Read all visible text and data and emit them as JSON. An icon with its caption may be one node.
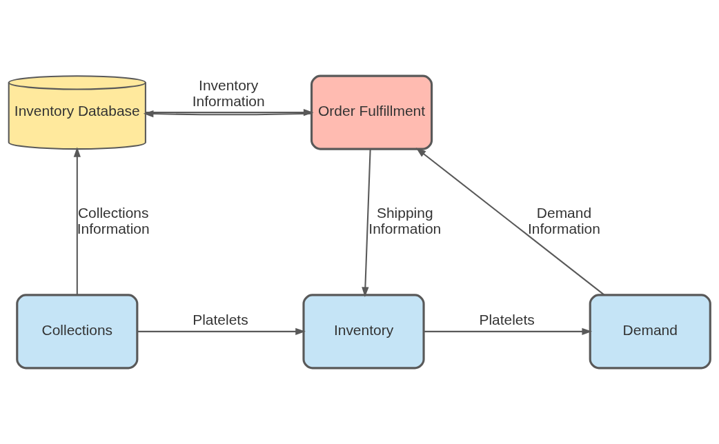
{
  "diagram": {
    "nodes": [
      {
        "text": [
          "Inventory Database"
        ]
      },
      {
        "text": [
          "Order Fulfillment"
        ]
      },
      {
        "text": [
          "Collections"
        ]
      },
      {
        "text": [
          "Inventory"
        ]
      },
      {
        "text": [
          "Demand"
        ]
      }
    ],
    "edges": [
      {
        "from": 2,
        "to": 0,
        "arrow": "to",
        "label": "Collections Information"
      },
      {
        "from": 0,
        "to": 1,
        "arrow": "to",
        "label": "Inventory Information"
      },
      {
        "from": 1,
        "to": 0,
        "arrow": "to"
      },
      {
        "from": 1,
        "to": 3,
        "arrow": "to",
        "label": "Shipping Information"
      },
      {
        "from": 2,
        "to": 3,
        "arrow": "to",
        "label": "Platelets"
      },
      {
        "from": 3,
        "to": 4,
        "arrow": "to",
        "label": "Platelets"
      },
      {
        "from": 4,
        "to": 1,
        "arrow": "to",
        "label": "Demand Information"
      }
    ]
  }
}
